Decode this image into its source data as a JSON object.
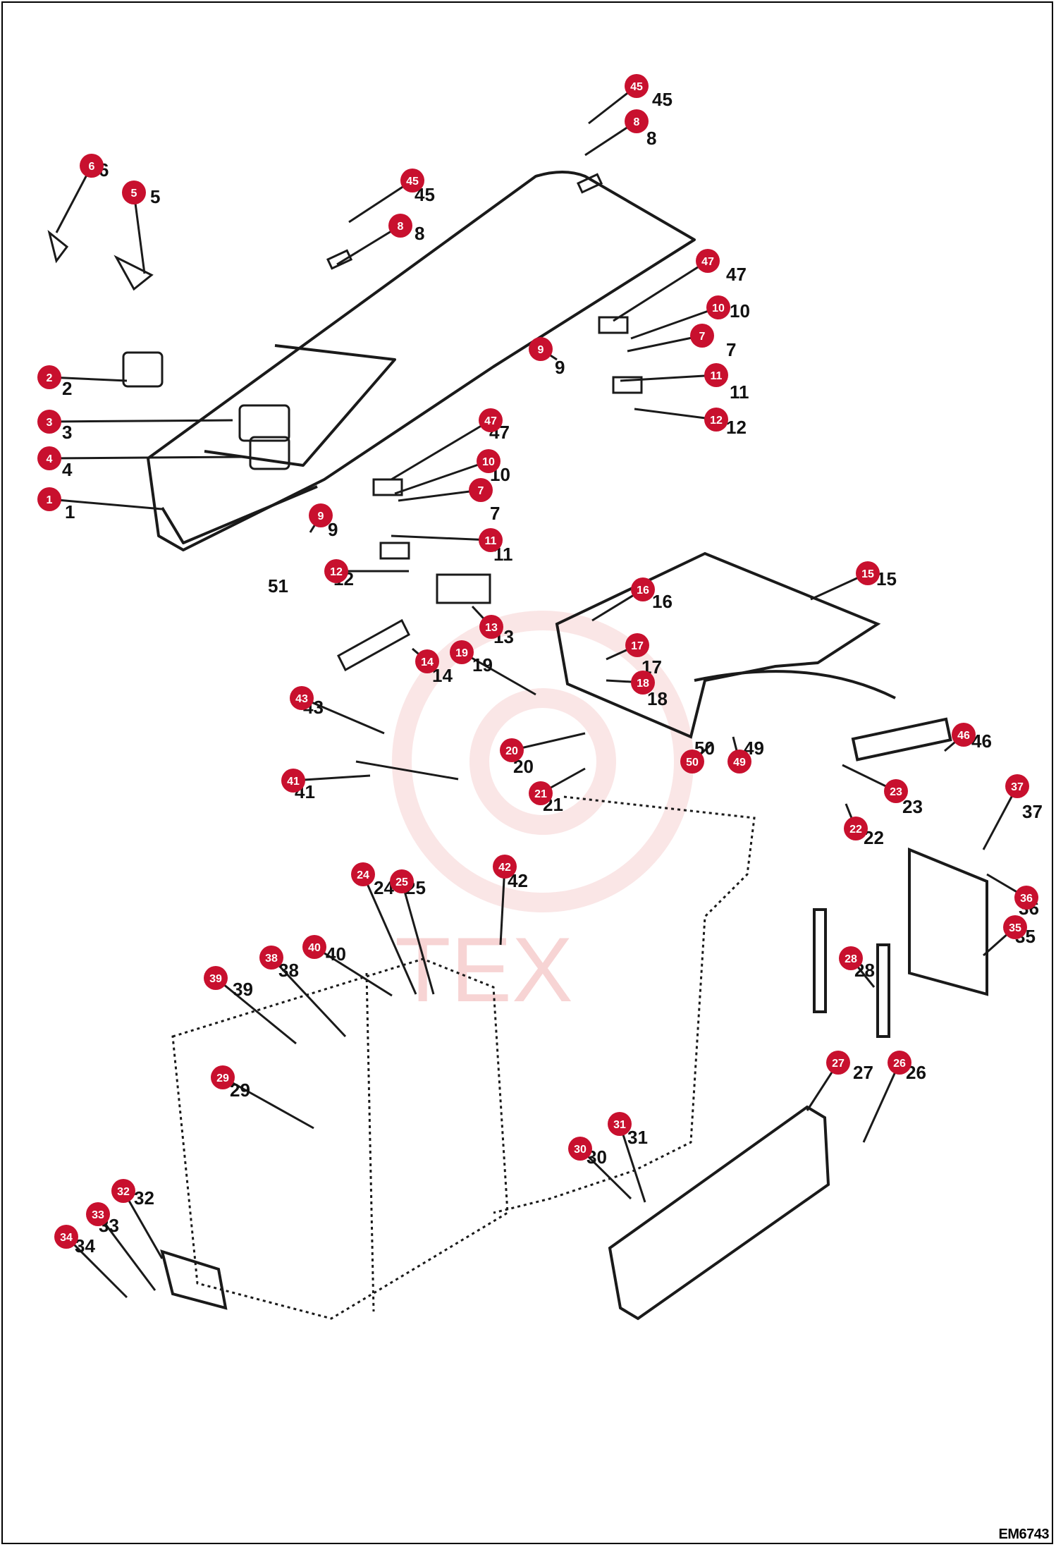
{
  "diagram_id": "EM6743",
  "watermark": "TEX",
  "colors": {
    "callout": "#c8102e",
    "line": "#1a1a1a",
    "watermark": "#f2b8b8"
  },
  "callouts": [
    {
      "n": "1"
    },
    {
      "n": "2"
    },
    {
      "n": "3"
    },
    {
      "n": "4"
    },
    {
      "n": "5"
    },
    {
      "n": "6"
    },
    {
      "n": "45"
    },
    {
      "n": "8"
    },
    {
      "n": "45"
    },
    {
      "n": "8"
    },
    {
      "n": "47"
    },
    {
      "n": "10"
    },
    {
      "n": "7"
    },
    {
      "n": "9"
    },
    {
      "n": "11"
    },
    {
      "n": "12"
    },
    {
      "n": "47"
    },
    {
      "n": "10"
    },
    {
      "n": "7"
    },
    {
      "n": "9"
    },
    {
      "n": "11"
    },
    {
      "n": "12"
    },
    {
      "n": "15"
    },
    {
      "n": "16"
    },
    {
      "n": "13"
    },
    {
      "n": "14"
    },
    {
      "n": "19"
    },
    {
      "n": "17"
    },
    {
      "n": "18"
    },
    {
      "n": "43"
    },
    {
      "n": "20"
    },
    {
      "n": "21"
    },
    {
      "n": "41"
    },
    {
      "n": "50"
    },
    {
      "n": "49"
    },
    {
      "n": "46"
    },
    {
      "n": "23"
    },
    {
      "n": "22"
    },
    {
      "n": "37"
    },
    {
      "n": "36"
    },
    {
      "n": "35"
    },
    {
      "n": "24"
    },
    {
      "n": "25"
    },
    {
      "n": "42"
    },
    {
      "n": "40"
    },
    {
      "n": "38"
    },
    {
      "n": "39"
    },
    {
      "n": "28"
    },
    {
      "n": "27"
    },
    {
      "n": "26"
    },
    {
      "n": "29"
    },
    {
      "n": "31"
    },
    {
      "n": "30"
    },
    {
      "n": "32"
    },
    {
      "n": "33"
    },
    {
      "n": "34"
    }
  ],
  "ref_labels": [
    {
      "t": "1"
    },
    {
      "t": "2"
    },
    {
      "t": "3"
    },
    {
      "t": "4"
    },
    {
      "t": "5"
    },
    {
      "t": "6"
    },
    {
      "t": "45"
    },
    {
      "t": "8"
    },
    {
      "t": "45"
    },
    {
      "t": "8"
    },
    {
      "t": "47"
    },
    {
      "t": "10"
    },
    {
      "t": "7"
    },
    {
      "t": "9"
    },
    {
      "t": "11"
    },
    {
      "t": "12"
    },
    {
      "t": "47"
    },
    {
      "t": "10"
    },
    {
      "t": "7"
    },
    {
      "t": "9"
    },
    {
      "t": "11"
    },
    {
      "t": "12"
    },
    {
      "t": "51"
    },
    {
      "t": "15"
    },
    {
      "t": "16"
    },
    {
      "t": "13"
    },
    {
      "t": "14"
    },
    {
      "t": "19"
    },
    {
      "t": "17"
    },
    {
      "t": "18"
    },
    {
      "t": "43"
    },
    {
      "t": "20"
    },
    {
      "t": "21"
    },
    {
      "t": "41"
    },
    {
      "t": "50"
    },
    {
      "t": "49"
    },
    {
      "t": "46"
    },
    {
      "t": "23"
    },
    {
      "t": "22"
    },
    {
      "t": "37"
    },
    {
      "t": "36"
    },
    {
      "t": "35"
    },
    {
      "t": "24"
    },
    {
      "t": "25"
    },
    {
      "t": "42"
    },
    {
      "t": "40"
    },
    {
      "t": "38"
    },
    {
      "t": "39"
    },
    {
      "t": "28"
    },
    {
      "t": "27"
    },
    {
      "t": "26"
    },
    {
      "t": "29"
    },
    {
      "t": "31"
    },
    {
      "t": "30"
    },
    {
      "t": "32"
    },
    {
      "t": "33"
    },
    {
      "t": "34"
    }
  ]
}
